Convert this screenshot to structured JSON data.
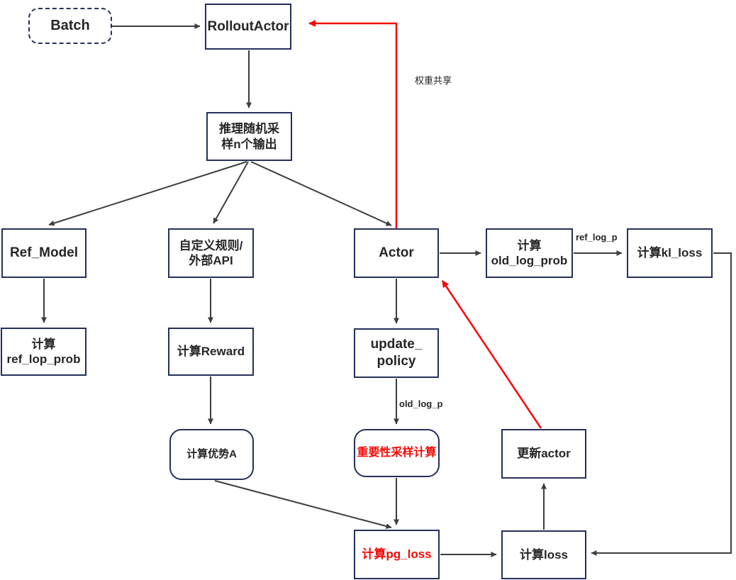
{
  "diagram": {
    "description": "RL training pipeline flowchart (GRPO/PPO style rollout and update loop)",
    "colors": {
      "node_border": "#25305a",
      "node_text": "#262626",
      "arrow": "#3d3d3d",
      "highlight_red": "#f50a06",
      "background": "#ffffff"
    },
    "nodes": {
      "batch": {
        "label": "Batch"
      },
      "rollout_actor": {
        "label": "RolloutActor"
      },
      "sample": {
        "label": "推理随机采\n样n个输出"
      },
      "ref_model": {
        "label": "Ref_Model"
      },
      "custom_rule": {
        "label": "自定义规则/\n外部API"
      },
      "actor": {
        "label": "Actor"
      },
      "old_log_prob": {
        "label": "计算\nold_log_prob"
      },
      "kl_loss": {
        "label": "计算kl_loss"
      },
      "ref_lop_prob": {
        "label": "计算\nref_lop_prob"
      },
      "reward": {
        "label": "计算Reward"
      },
      "update_policy": {
        "label": "update_\npolicy"
      },
      "advantage": {
        "label": "计算优势A"
      },
      "importance": {
        "label": "重要性采样计算"
      },
      "update_actor": {
        "label": "更新actor"
      },
      "pg_loss": {
        "label": "计算pg_loss"
      },
      "loss": {
        "label": "计算loss"
      }
    },
    "edge_labels": {
      "weight_share": "权重共享",
      "ref_log_p": "ref_log_p",
      "old_log_p": "old_log_p"
    }
  }
}
